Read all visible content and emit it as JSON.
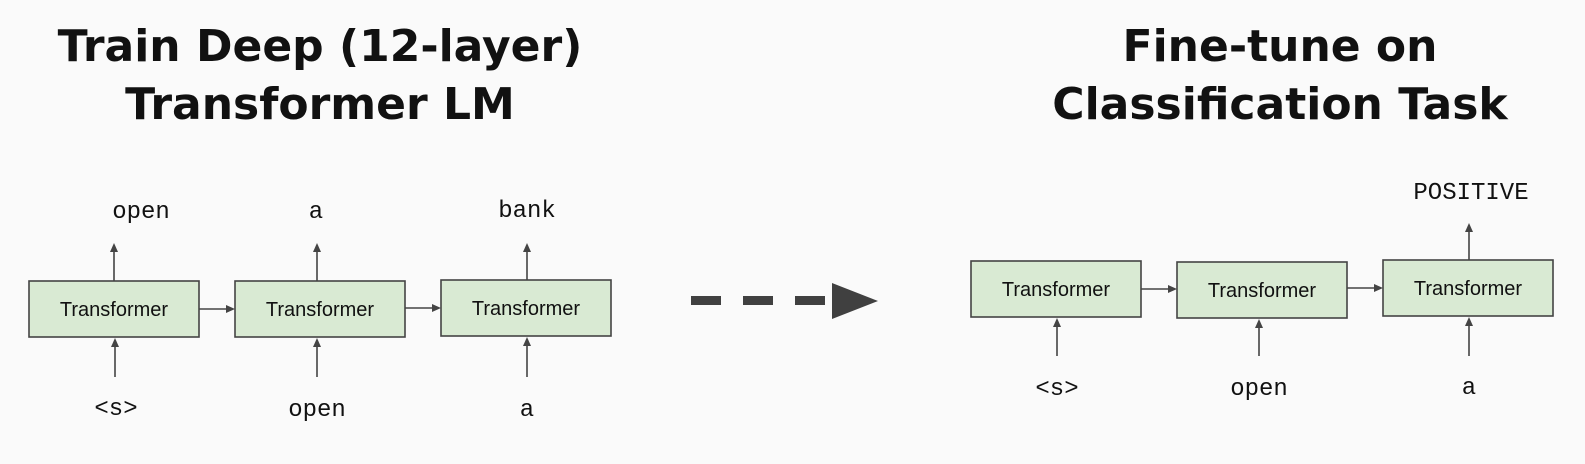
{
  "titles": {
    "left_line1": "Train Deep (12-layer)",
    "left_line2": "Transformer LM",
    "right_line1": "Fine-tune on",
    "right_line2": "Classification Task"
  },
  "pretrain": {
    "block_label": "Transformer",
    "outputs": [
      "open",
      "a",
      "bank"
    ],
    "inputs": [
      "<s>",
      "open",
      "a"
    ]
  },
  "finetune": {
    "block_label": "Transformer",
    "output": "POSITIVE",
    "inputs": [
      "<s>",
      "open",
      "a"
    ]
  },
  "colors": {
    "block_fill": "#d9ead3",
    "block_stroke": "#444444",
    "transition_arrow": "#404040"
  },
  "icons": {
    "transition": "dashed-arrow-right-icon"
  }
}
